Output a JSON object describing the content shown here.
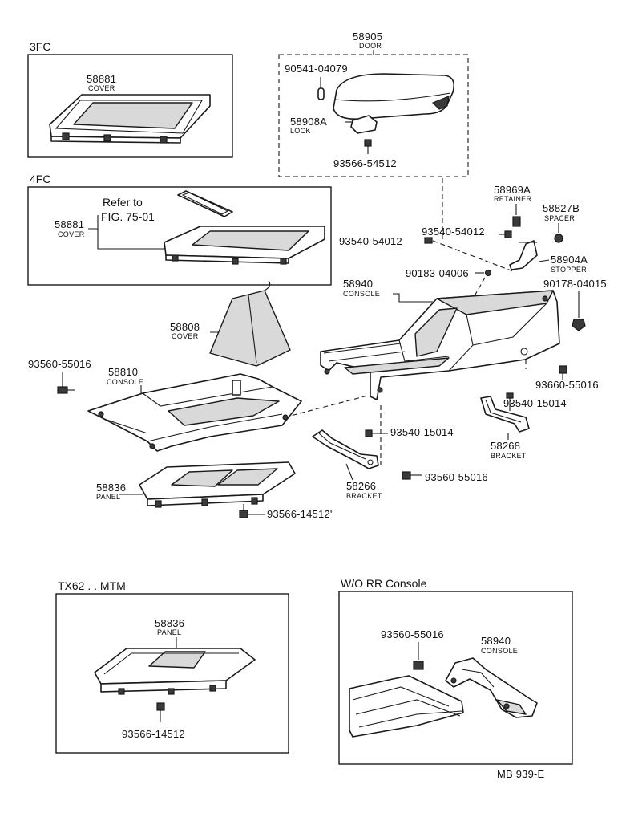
{
  "groups": {
    "fc3": "3FC",
    "fc4": "4FC",
    "tx62": "TX62 . . MTM",
    "wo_rr": "W/O RR Console"
  },
  "refer": {
    "line1": "Refer to",
    "line2": "FIG. 75-01"
  },
  "figure_code": "MB 939-E",
  "labels": {
    "cover_3fc": {
      "num": "58881",
      "name": "COVER"
    },
    "cover_4fc": {
      "num": "58881",
      "name": "COVER"
    },
    "door": {
      "num": "58905",
      "name": "DOOR"
    },
    "p90541": {
      "num": "90541-04079"
    },
    "lock": {
      "num": "58908A",
      "name": "LOCK"
    },
    "p93566a": {
      "num": "93566-54512"
    },
    "retainer": {
      "num": "58969A",
      "name": "RETAINER"
    },
    "spacer": {
      "num": "58827B",
      "name": "SPACER"
    },
    "p93540a": {
      "num": "93540-54012"
    },
    "p93540b": {
      "num": "93540-54012"
    },
    "stopper": {
      "num": "58904A",
      "name": "STOPPER"
    },
    "p90183": {
      "num": "90183-04006"
    },
    "console_rear": {
      "num": "58940",
      "name": "CONSOLE"
    },
    "p90178": {
      "num": "90178-04015"
    },
    "shift_cover": {
      "num": "58808",
      "name": "COVER"
    },
    "p93560a": {
      "num": "93560-55016"
    },
    "console_front": {
      "num": "58810",
      "name": "CONSOLE"
    },
    "p93660": {
      "num": "93660-55016"
    },
    "p93540c": {
      "num": "93540-15014"
    },
    "bracket_a": {
      "num": "58268",
      "name": "BRACKET"
    },
    "p93540d": {
      "num": "93540-15014"
    },
    "panel": {
      "num": "58836",
      "name": "PANEL"
    },
    "bracket_b": {
      "num": "58266",
      "name": "BRACKET"
    },
    "p93560b": {
      "num": "93560-55016"
    },
    "p93566b": {
      "num": "93566-14512'"
    },
    "panel_tx": {
      "num": "58836",
      "name": "PANEL"
    },
    "p93566c": {
      "num": "93566-14512"
    },
    "p93560c": {
      "num": "93560-55016"
    },
    "console_wo": {
      "num": "58940",
      "name": "CONSOLE"
    }
  }
}
